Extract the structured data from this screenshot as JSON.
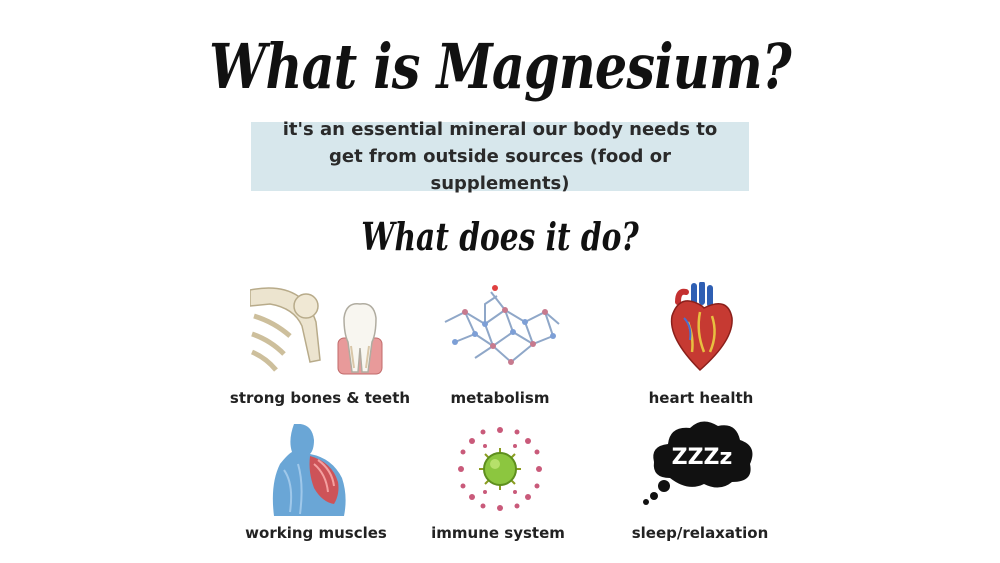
{
  "title": "What is Magnesium?",
  "subtitle": "it's an essential mineral our body needs to get from outside sources (food or supplements)",
  "subheading": "What does it do?",
  "benefits": [
    {
      "label": "strong bones & teeth",
      "icon": "bones-teeth-icon"
    },
    {
      "label": "metabolism",
      "icon": "molecule-icon"
    },
    {
      "label": "heart health",
      "icon": "heart-icon"
    },
    {
      "label": "working muscles",
      "icon": "muscles-icon"
    },
    {
      "label": "immune system",
      "icon": "virus-icon"
    },
    {
      "label": "sleep/relaxation",
      "icon": "sleep-cloud-icon",
      "icon_text": "ZZZz"
    }
  ],
  "colors": {
    "subtitle_bg": "#d7e7ec",
    "text": "#1a1a1a"
  }
}
